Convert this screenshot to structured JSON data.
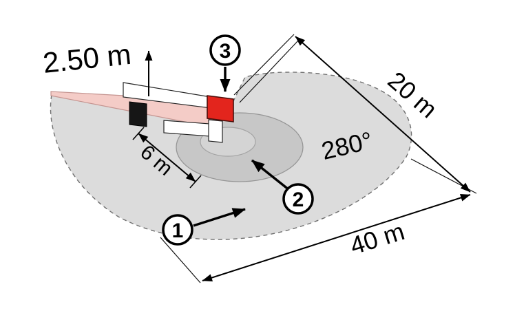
{
  "labels": {
    "mounting_height": "2.50 m",
    "range_side": "6 m",
    "detection_angle": "280°",
    "range_depth": "20 m",
    "range_width": "40 m"
  },
  "zone_markers": {
    "zone1": "1",
    "zone2": "2",
    "zone3": "3"
  },
  "colors": {
    "zone_fill": "#dcdcdc",
    "zone_stroke": "#6f6f6f",
    "mid_ellipse_fill": "#c7c7c7",
    "mid_ellipse_stroke": "#969696",
    "inner_ellipse_fill": "#d4d4d4",
    "inner_ellipse_stroke": "#a3a3a3",
    "beam_fill": "#f4ccc7",
    "beam_stroke": "#c49490",
    "sensor_red": "#e3251d",
    "sensor_red_stroke": "#4a0e0a",
    "sensor_black": "#161616",
    "device_white": "#ffffff",
    "device_stroke": "#222222",
    "line_color": "#000000"
  }
}
